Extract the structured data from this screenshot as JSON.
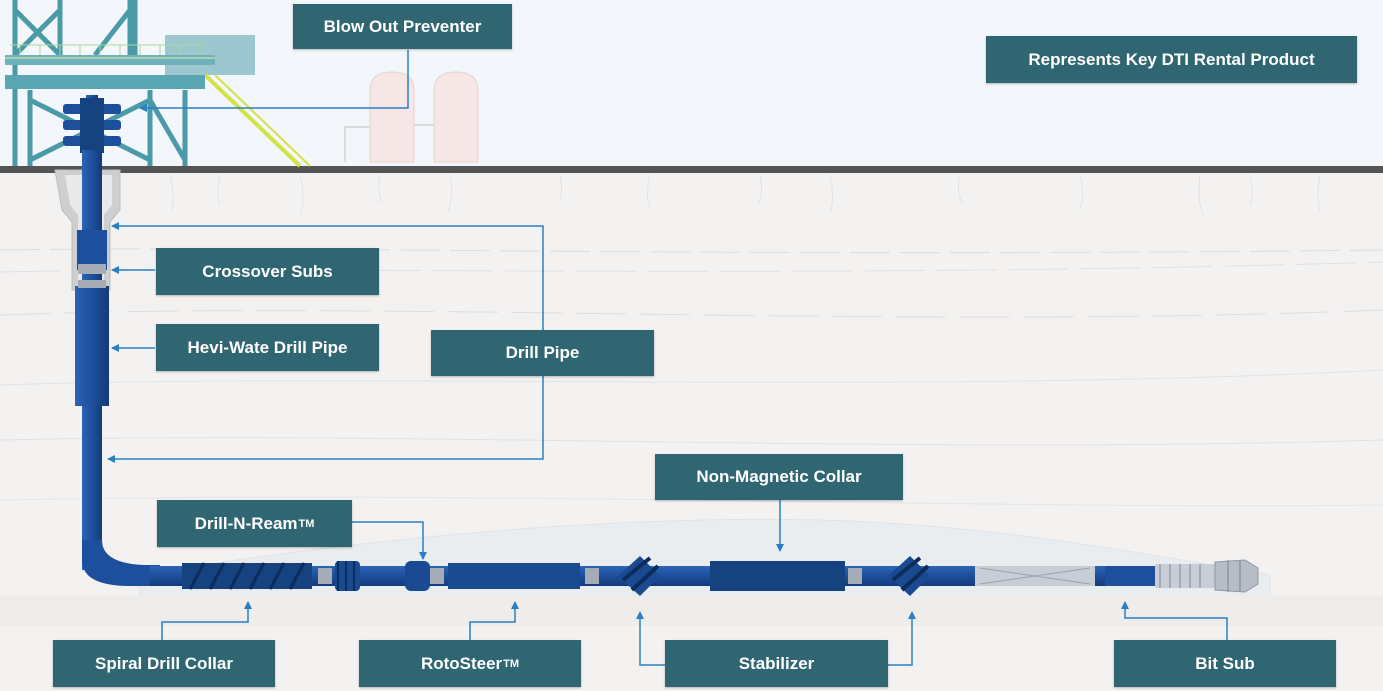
{
  "labels": {
    "blow_out_preventer": "Blow Out Preventer",
    "legend": "Represents Key DTI Rental Product",
    "crossover_subs": "Crossover Subs",
    "hevi_wate_drill_pipe": "Hevi-Wate Drill Pipe",
    "drill_pipe": "Drill Pipe",
    "non_magnetic_collar": "Non-Magnetic Collar",
    "drill_n_ream": "Drill-N-Ream",
    "drill_n_ream_mark": "TM",
    "spiral_drill_collar": "Spiral Drill Collar",
    "rotosteer": "RotoSteer",
    "rotosteer_mark": "TM",
    "stabilizer": "Stabilizer",
    "bit_sub": "Bit Sub"
  },
  "colors": {
    "label_bg": "#2f6672",
    "label_text": "#ffffff",
    "pointer": "#2a7fc4",
    "pipe": "#1d4f9c",
    "pipe_dark": "#163d7c",
    "ground_line": "#555555",
    "sky": "#f3f6fa",
    "soil": "#f2f0ee",
    "rig": "#4a9aa8",
    "rig_stairs": "#d4e24a"
  },
  "icons": {
    "rig": "drilling-rig-icon",
    "tanks": "storage-tanks-icon",
    "bop": "blow-out-preventer-icon",
    "drill_bit": "drill-bit-icon"
  }
}
